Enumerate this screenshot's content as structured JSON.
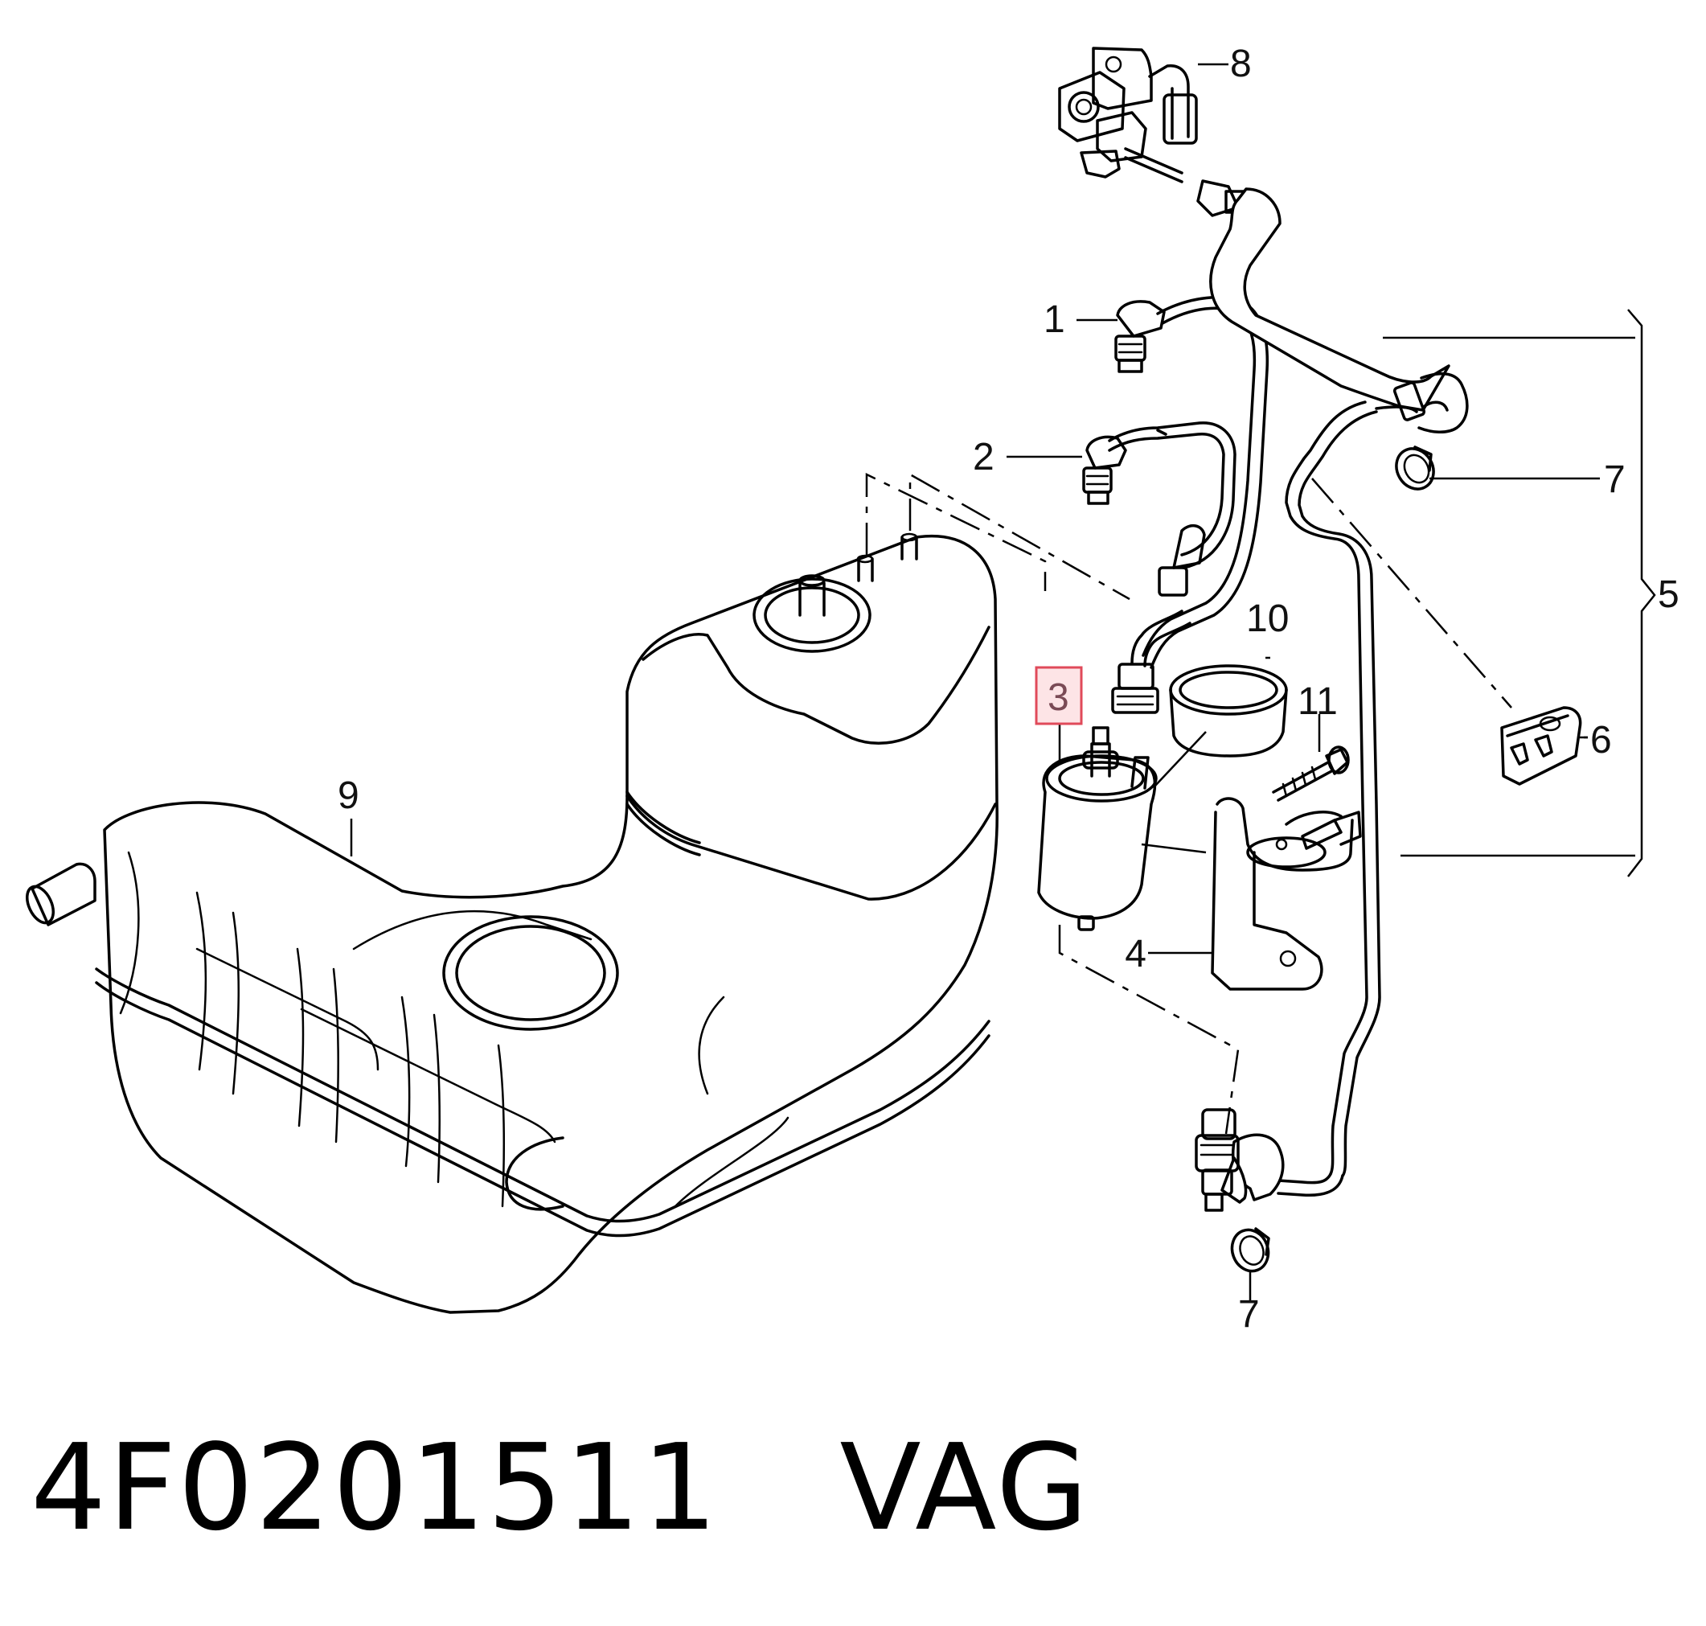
{
  "callouts": {
    "c1": "1",
    "c2": "2",
    "c3": "3",
    "c4": "4",
    "c5": "5",
    "c6": "6",
    "c7a": "7",
    "c7b": "7",
    "c8": "8",
    "c9": "9",
    "c10": "10",
    "c11": "11"
  },
  "highlighted_callout": "3",
  "highlight_color": "#e04a5a",
  "footer": {
    "part_number": "4F0201511",
    "brand": "VAG"
  }
}
